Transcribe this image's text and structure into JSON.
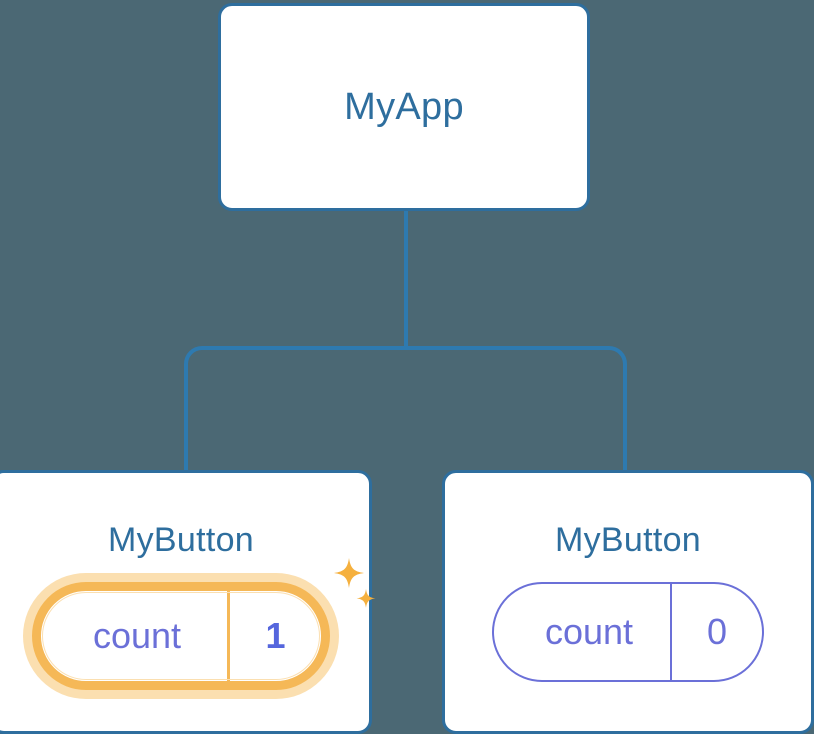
{
  "background_color": "#4b6874",
  "theme": {
    "card_border": "#2e6e9e",
    "card_background": "#ffffff",
    "title_color": "#2e6e9e",
    "connector_color": "#2e7ab0",
    "state_color": "#6b70d8",
    "highlight_color": "#f5b857",
    "highlight_glow": "#fbdfb0",
    "highlight_value_color": "#5566dd"
  },
  "tree": {
    "root": {
      "title": "MyApp"
    },
    "children": [
      {
        "title": "MyButton",
        "state": {
          "key": "count",
          "value": "1"
        },
        "highlighted": true,
        "sparkle_large": "sparkle-icon",
        "sparkle_small": "sparkle-small-icon"
      },
      {
        "title": "MyButton",
        "state": {
          "key": "count",
          "value": "0"
        },
        "highlighted": false
      }
    ]
  }
}
